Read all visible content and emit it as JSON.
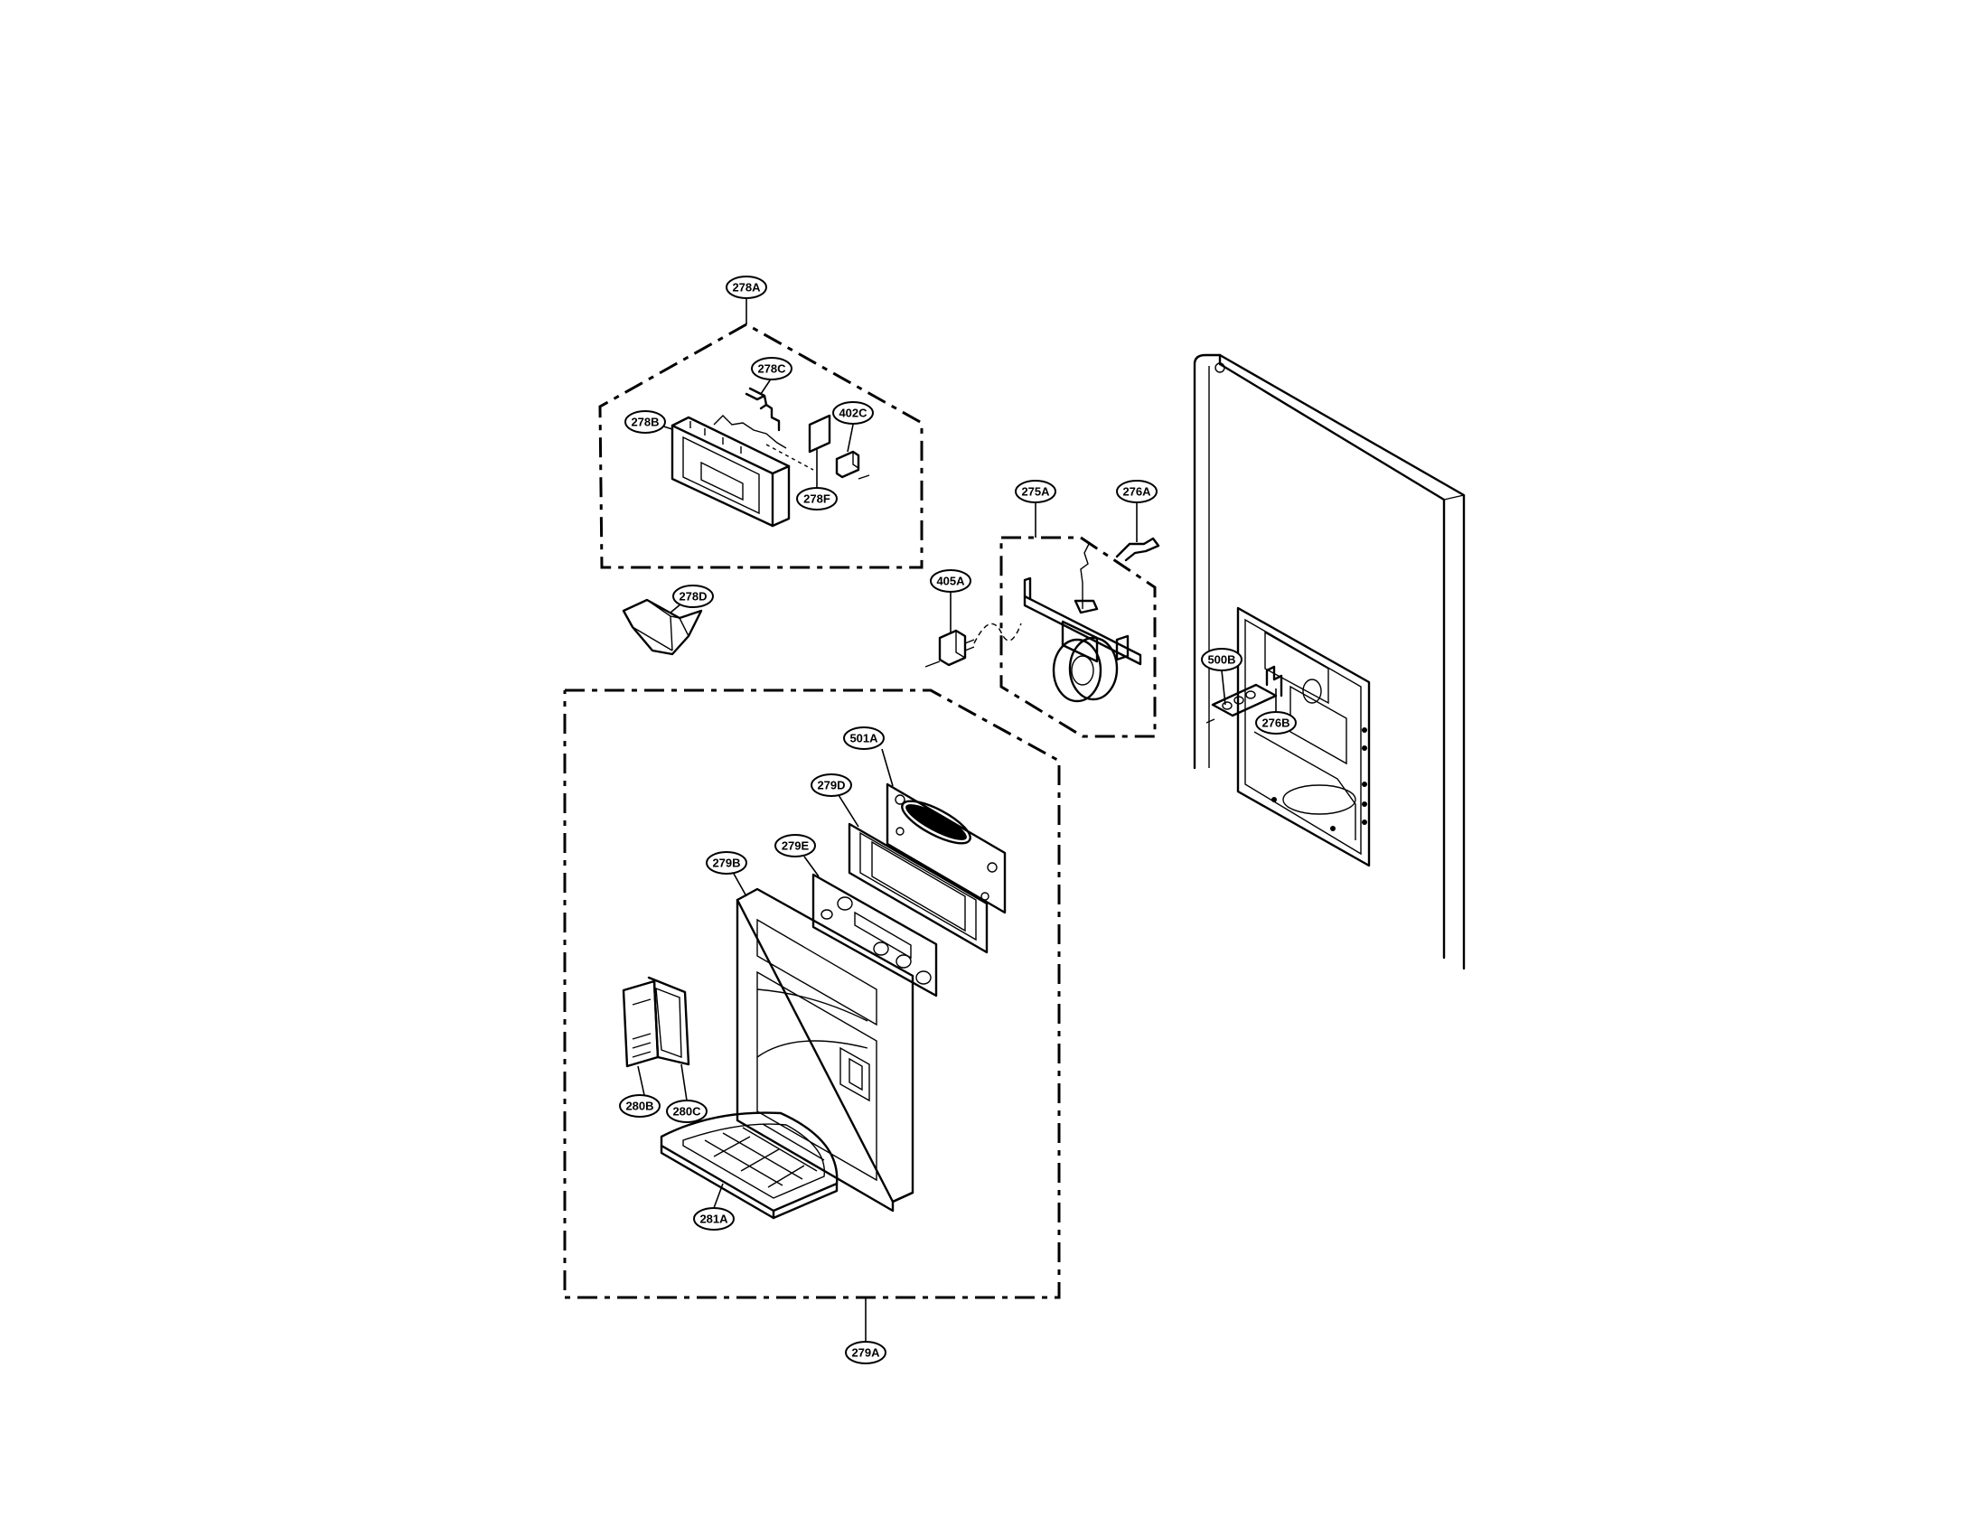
{
  "callouts": {
    "c278A": "278A",
    "c278C": "278C",
    "c278B": "278B",
    "c402C": "402C",
    "c278F": "278F",
    "c278D": "278D",
    "c275A": "275A",
    "c276A": "276A",
    "c405A": "405A",
    "c500B": "500B",
    "c276B": "276B",
    "c501A": "501A",
    "c279D": "279D",
    "c279E": "279E",
    "c279B": "279B",
    "c280B": "280B",
    "c280C": "280C",
    "c281A": "281A",
    "c279A": "279A"
  }
}
